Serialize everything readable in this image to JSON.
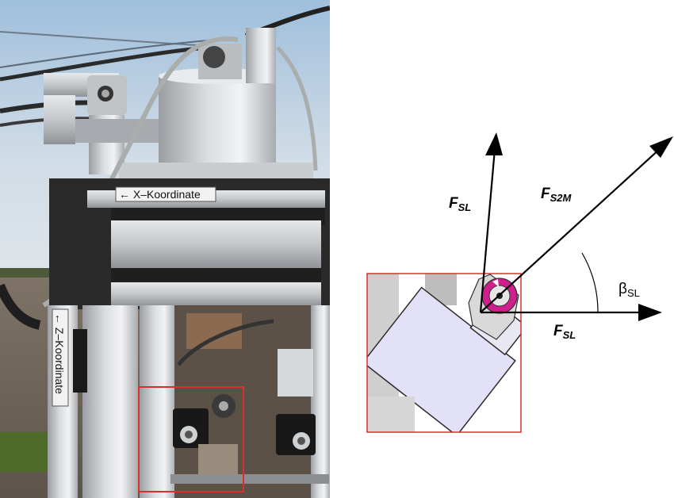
{
  "photo": {
    "x_label": "← X–Koordinate",
    "z_label": "← Z–Koordinate"
  },
  "diagram": {
    "force_vertical": {
      "symbol": "F",
      "subscript": "SL"
    },
    "force_diagonal": {
      "symbol": "F",
      "subscript": "S2M"
    },
    "force_horizontal": {
      "symbol": "F",
      "subscript": "SL"
    },
    "angle": {
      "symbol": "β",
      "subscript": "SL"
    }
  },
  "colors": {
    "highlight_box": "#d9302c",
    "sensor_body": "#e3e1f8",
    "pulley_magenta": "#d01f8c",
    "arrow": "#000000"
  }
}
